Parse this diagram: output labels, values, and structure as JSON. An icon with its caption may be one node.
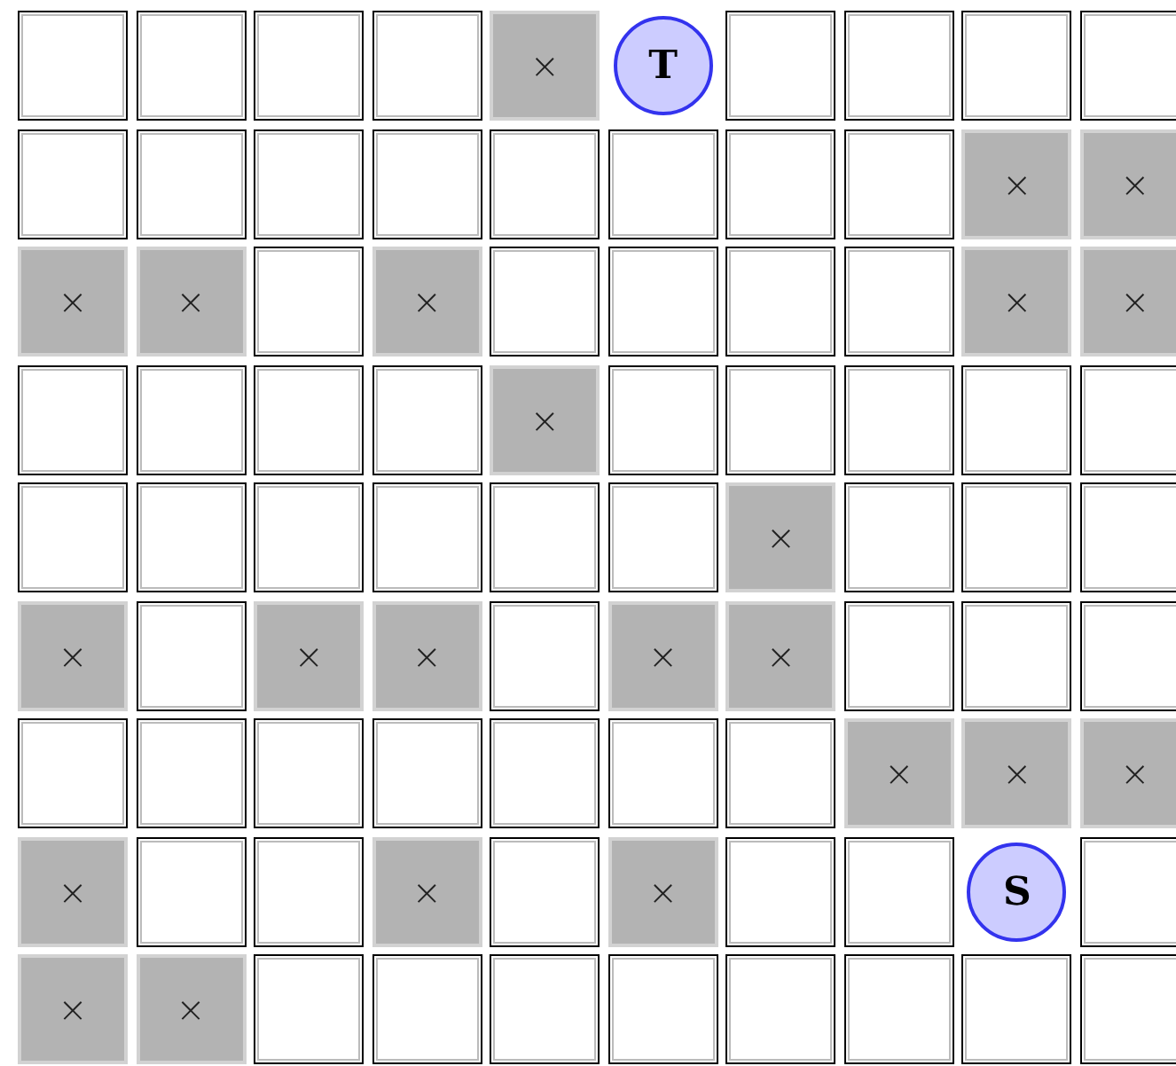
{
  "diagram": {
    "nodes": [
      {
        "text": [],
        "shape": "box"
      },
      {
        "text": [],
        "shape": "box"
      },
      {
        "text": [],
        "shape": "box"
      },
      {
        "text": [],
        "shape": "box"
      },
      {
        "text": [
          "×"
        ]
      },
      {
        "text": [
          "T"
        ]
      },
      {
        "text": [],
        "shape": "box"
      },
      {
        "text": [],
        "shape": "box"
      },
      {
        "text": [],
        "shape": "box"
      },
      {
        "text": [],
        "shape": "box"
      },
      {
        "text": [],
        "shape": "box"
      },
      {
        "text": [],
        "shape": "box"
      },
      {
        "text": [],
        "shape": "box"
      },
      {
        "text": [],
        "shape": "box"
      },
      {
        "text": [],
        "shape": "box"
      },
      {
        "text": [],
        "shape": "box"
      },
      {
        "text": [],
        "shape": "box"
      },
      {
        "text": [],
        "shape": "box"
      },
      {
        "text": [
          "×"
        ]
      },
      {
        "text": [
          "×"
        ]
      },
      {
        "text": [
          "×"
        ]
      },
      {
        "text": [
          "×"
        ]
      },
      {
        "text": [],
        "shape": "box"
      },
      {
        "text": [
          "×"
        ]
      },
      {
        "text": [],
        "shape": "box"
      },
      {
        "text": [],
        "shape": "box"
      },
      {
        "text": [],
        "shape": "box"
      },
      {
        "text": [],
        "shape": "box"
      },
      {
        "text": [
          "×"
        ]
      },
      {
        "text": [
          "×"
        ]
      },
      {
        "text": [],
        "shape": "box"
      },
      {
        "text": [],
        "shape": "box"
      },
      {
        "text": [],
        "shape": "box"
      },
      {
        "text": [],
        "shape": "box"
      },
      {
        "text": [
          "×"
        ]
      },
      {
        "text": [],
        "shape": "box"
      },
      {
        "text": [],
        "shape": "box"
      },
      {
        "text": [],
        "shape": "box"
      },
      {
        "text": [],
        "shape": "box"
      },
      {
        "text": [],
        "shape": "box"
      },
      {
        "text": [],
        "shape": "box"
      },
      {
        "text": [],
        "shape": "box"
      },
      {
        "text": [],
        "shape": "box"
      },
      {
        "text": [],
        "shape": "box"
      },
      {
        "text": [],
        "shape": "box"
      },
      {
        "text": [],
        "shape": "box"
      },
      {
        "text": [
          "×"
        ]
      },
      {
        "text": [],
        "shape": "box"
      },
      {
        "text": [],
        "shape": "box"
      },
      {
        "text": [],
        "shape": "box"
      },
      {
        "text": [
          "×"
        ]
      },
      {
        "text": [],
        "shape": "box"
      },
      {
        "text": [
          "×"
        ]
      },
      {
        "text": [
          "×"
        ]
      },
      {
        "text": [],
        "shape": "box"
      },
      {
        "text": [
          "×"
        ]
      },
      {
        "text": [
          "×"
        ]
      },
      {
        "text": [],
        "shape": "box"
      },
      {
        "text": [],
        "shape": "box"
      },
      {
        "text": [],
        "shape": "box"
      },
      {
        "text": [],
        "shape": "box"
      },
      {
        "text": [],
        "shape": "box"
      },
      {
        "text": [],
        "shape": "box"
      },
      {
        "text": [],
        "shape": "box"
      },
      {
        "text": [],
        "shape": "box"
      },
      {
        "text": [],
        "shape": "box"
      },
      {
        "text": [],
        "shape": "box"
      },
      {
        "text": [
          "×"
        ]
      },
      {
        "text": [
          "×"
        ]
      },
      {
        "text": [
          "×"
        ]
      },
      {
        "text": [
          "×"
        ]
      },
      {
        "text": [],
        "shape": "box"
      },
      {
        "text": [],
        "shape": "box"
      },
      {
        "text": [
          "×"
        ]
      },
      {
        "text": [],
        "shape": "box"
      },
      {
        "text": [
          "×"
        ]
      },
      {
        "text": [],
        "shape": "box"
      },
      {
        "text": [],
        "shape": "box"
      },
      {
        "text": [
          "S"
        ]
      },
      {
        "text": [],
        "shape": "box"
      },
      {
        "text": [
          "×"
        ]
      },
      {
        "text": [
          "×"
        ]
      },
      {
        "text": [],
        "shape": "box"
      },
      {
        "text": [],
        "shape": "box"
      },
      {
        "text": [],
        "shape": "box"
      },
      {
        "text": [],
        "shape": "box"
      },
      {
        "text": [],
        "shape": "box"
      },
      {
        "text": [],
        "shape": "box"
      },
      {
        "text": [],
        "shape": "box"
      },
      {
        "text": [],
        "shape": "box"
      }
    ]
  }
}
